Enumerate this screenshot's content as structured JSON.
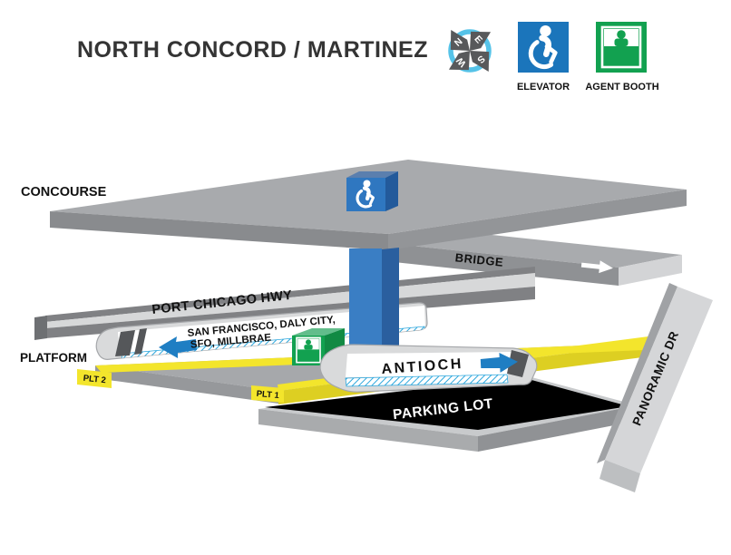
{
  "title": "NORTH CONCORD / MARTINEZ",
  "legend": {
    "elevator": {
      "label": "ELEVATOR",
      "color": "#1b75bb"
    },
    "agent_booth": {
      "label": "AGENT BOOTH",
      "color": "#12a150"
    }
  },
  "compass": {
    "n": "N",
    "e": "E",
    "s": "S",
    "w": "W",
    "ring_color": "#56c3e8"
  },
  "levels": {
    "concourse_label": "CONCOURSE",
    "platform_label": "PLATFORM",
    "bridge_label": "BRIDGE"
  },
  "streets": {
    "port_chicago_hwy": "PORT CHICAGO HWY",
    "panoramic_dr": "PANORAMIC DR"
  },
  "areas": {
    "parking_lot": "PARKING LOT"
  },
  "platforms": {
    "plt1": "PLT 1",
    "plt2": "PLT 2",
    "edge_color": "#f3e52c",
    "edge_face_color": "#ddcf22"
  },
  "trains": {
    "westbound": {
      "destination_line1": "SAN FRANCISCO, DALY CITY,",
      "destination_line2": "SFO, MILLBRAE",
      "direction": "left",
      "arrow_color": "#1f7ec3"
    },
    "eastbound": {
      "destination": "ANTIOCH",
      "direction": "right",
      "arrow_color": "#1f7ec3"
    }
  }
}
